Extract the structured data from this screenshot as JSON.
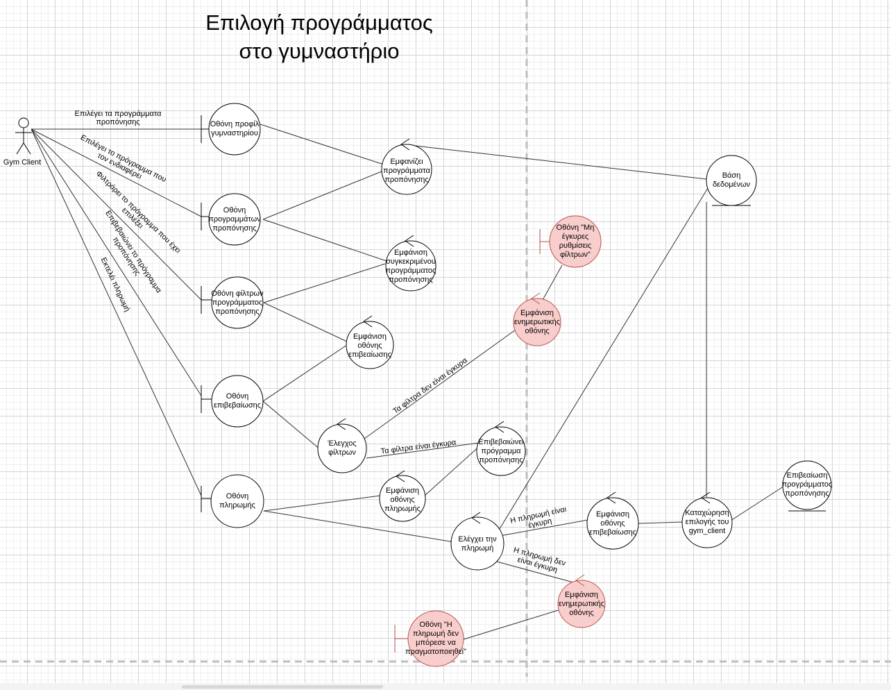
{
  "title": {
    "line1": "Επιλογή προγράμματος",
    "line2": "στο γυμναστήριο"
  },
  "actor": {
    "label": "Gym Client"
  },
  "nodes": {
    "boundary_profile": [
      "Οθόνη προφίλ",
      "γυμναστηρίου"
    ],
    "boundary_programs": [
      "Οθόνη",
      "προγραμμάτων",
      "προπόνησης"
    ],
    "boundary_filters": [
      "Οθόνη φίλτρων",
      "προγράμματος",
      "προπόνησης"
    ],
    "boundary_confirm": [
      "Οθόνη",
      "επιβεβαίωσης"
    ],
    "boundary_payment": [
      "Οθόνη",
      "πληρωμής"
    ],
    "control_show_programs": [
      "Εμφανίζει",
      "προγράμματα",
      "προπόνησης"
    ],
    "control_show_specific": [
      "Εμφάνιση",
      "συγκεκριμένου",
      "προγράμματος",
      "προπόνησης"
    ],
    "control_show_confirm_screen": [
      "Εμφάνιση",
      "οθόνης",
      "επιβεαίωσης"
    ],
    "control_check_filters": [
      "Έλεγχος",
      "φίλτρων"
    ],
    "control_confirms_program": [
      "Επιβεβαιώνει",
      "πρόγραμμα",
      "προπόνησης"
    ],
    "control_show_payment_screen": [
      "Εμφάνιση",
      "οθόνης",
      "πληρωμής"
    ],
    "control_check_payment": [
      "Ελέγχει την",
      "πληρωμή"
    ],
    "control_show_confirm_screen2": [
      "Εμφάνιση",
      "οθόνης",
      "επιβεβαίωσης"
    ],
    "control_register_selection": [
      "Καταχώρηση",
      "επιλογής του",
      "gym_client"
    ],
    "control_info_filters": [
      "Εμφάνιση",
      "ενημερωτικής",
      "οθόνης"
    ],
    "control_info_payment": [
      "Εμφάνιση",
      "ενημερωτικής",
      "οθόνης"
    ],
    "boundary_invalid_filters": [
      "Οθόνη \"Μη",
      "έγκυρες",
      "ρυθμίσεις",
      "φίλτρων\""
    ],
    "boundary_payment_failed": [
      "Οθόνη \"Η",
      "πληρωμή δεν",
      "μπόρεσε να",
      "πραγματοποιηθεί\""
    ],
    "entity_database": [
      "Βάση",
      "δεδομένων"
    ],
    "entity_program_confirmation": [
      "Επιβεαίωση",
      "προγράμματος",
      "προπόνησης"
    ]
  },
  "edge_labels": {
    "selects_programs": [
      "Επιλέγει τα προγράμματα",
      "προπόνησης"
    ],
    "selects_program": [
      "Επιλέγει το πρόγραμμα που",
      "τον ενδιαφέρει"
    ],
    "filters_program": [
      "Φιλτράρει το πρόγραμμα που έχει",
      "επιλέξει"
    ],
    "confirms_program": [
      "Επιβεβαιώνει το πρόγραμμα",
      "προπόνησης"
    ],
    "makes_payment": [
      "Εκτελέι πληρωμή"
    ],
    "filters_invalid": [
      "Τα φίλτρα δεν είναι έγκυρα"
    ],
    "filters_valid": [
      "Τα φίλτρα είναι έγκυρα"
    ],
    "payment_valid": [
      "Η πληρωμή είναι",
      "έγκυρη"
    ],
    "payment_invalid": [
      "Η πληρωμή δεν",
      "είναι έγκυρη"
    ]
  },
  "colors": {
    "node_fill": "#ffffff",
    "node_alert_fill": "#f8cecc",
    "stroke": "#000000",
    "edge": "#333333",
    "divider": "#bdbdbd"
  }
}
